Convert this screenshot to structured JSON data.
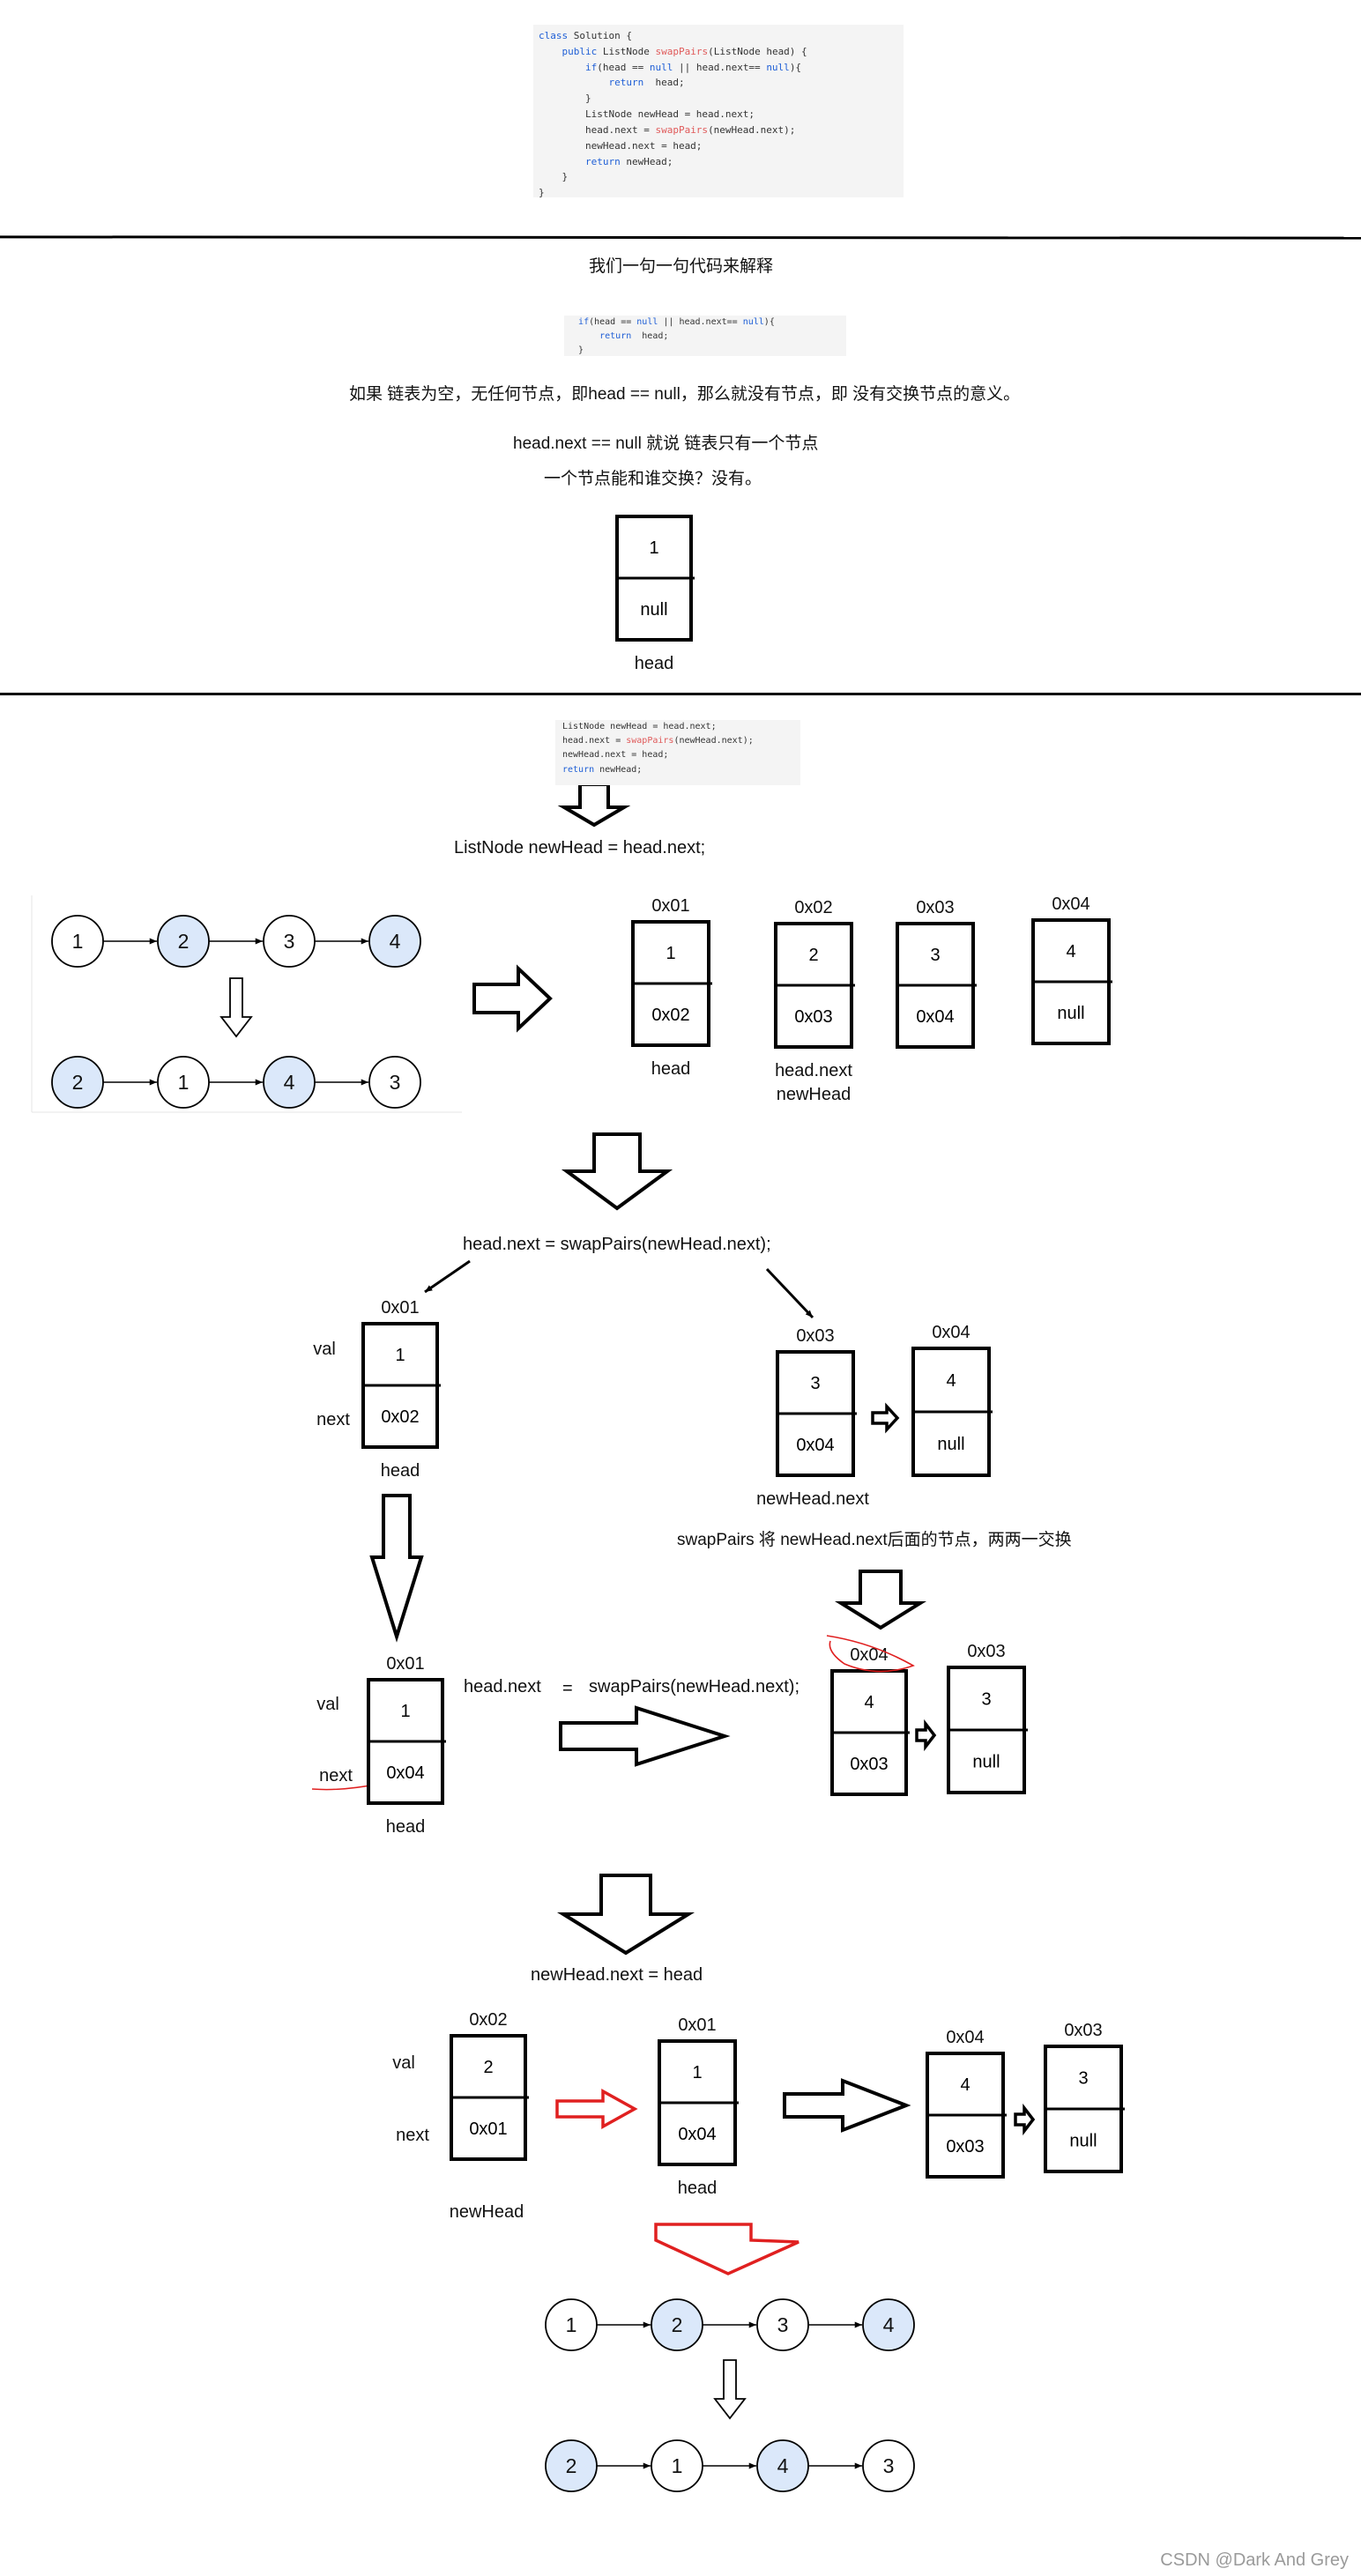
{
  "code_full": [
    {
      "parts": [
        {
          "t": "class",
          "c": "kw"
        },
        {
          "t": " Solution {"
        }
      ]
    },
    {
      "parts": [
        {
          "t": "    "
        },
        {
          "t": "public",
          "c": "kw"
        },
        {
          "t": " ListNode "
        },
        {
          "t": "swapPairs",
          "c": "fn"
        },
        {
          "t": "(ListNode head) {"
        }
      ]
    },
    {
      "parts": [
        {
          "t": "        "
        },
        {
          "t": "if",
          "c": "kw"
        },
        {
          "t": "(head == "
        },
        {
          "t": "null",
          "c": "kw"
        },
        {
          "t": " || head.next== "
        },
        {
          "t": "null",
          "c": "kw"
        },
        {
          "t": "){"
        }
      ]
    },
    {
      "parts": [
        {
          "t": "            "
        },
        {
          "t": "return",
          "c": "kw"
        },
        {
          "t": "  head;"
        }
      ]
    },
    {
      "parts": [
        {
          "t": "        }"
        }
      ]
    },
    {
      "parts": [
        {
          "t": "        ListNode newHead = head.next;"
        }
      ]
    },
    {
      "parts": [
        {
          "t": "        head.next = "
        },
        {
          "t": "swapPairs",
          "c": "fn"
        },
        {
          "t": "(newHead.next);"
        }
      ]
    },
    {
      "parts": [
        {
          "t": "        newHead.next = head;"
        }
      ]
    },
    {
      "parts": [
        {
          "t": "        "
        },
        {
          "t": "return",
          "c": "kw"
        },
        {
          "t": " newHead;"
        }
      ]
    },
    {
      "parts": [
        {
          "t": "    }"
        }
      ]
    },
    {
      "parts": [
        {
          "t": "}"
        }
      ]
    }
  ],
  "explain_title": "我们一句一句代码来解释",
  "code_if": [
    {
      "parts": [
        {
          "t": "  "
        },
        {
          "t": "if",
          "c": "kw"
        },
        {
          "t": "(head == "
        },
        {
          "t": "null",
          "c": "kw"
        },
        {
          "t": " || head.next== "
        },
        {
          "t": "null",
          "c": "kw"
        },
        {
          "t": "){"
        }
      ]
    },
    {
      "parts": [
        {
          "t": "      "
        },
        {
          "t": "return",
          "c": "kw"
        },
        {
          "t": "  head;"
        }
      ]
    },
    {
      "parts": [
        {
          "t": "  }"
        }
      ]
    }
  ],
  "explain_1": "如果 链表为空，无任何节点，即head == null，那么就没有节点，即 没有交换节点的意义。",
  "explain_2": "head.next == null  就说 链表只有一个节点",
  "explain_3": "一个节点能和谁交换？没有。",
  "single_node": {
    "val": "1",
    "next": "null",
    "label": "head"
  },
  "code_rest": [
    {
      "parts": [
        {
          "t": "ListNode newHead = head.next;"
        }
      ]
    },
    {
      "parts": [
        {
          "t": "head.next = "
        },
        {
          "t": "swapPairs",
          "c": "fn"
        },
        {
          "t": "(newHead.next);"
        }
      ]
    },
    {
      "parts": [
        {
          "t": "newHead.next = head;"
        }
      ]
    },
    {
      "parts": [
        {
          "t": "return",
          "c": "kw"
        },
        {
          "t": " newHead;"
        }
      ]
    }
  ],
  "stmt_1": "ListNode newHead = head.next;",
  "chain_before": [
    "1",
    "2",
    "3",
    "4"
  ],
  "chain_after": [
    "2",
    "1",
    "4",
    "3"
  ],
  "nodes_step1": [
    {
      "addr": "0x01",
      "val": "1",
      "next": "0x02",
      "label": "head"
    },
    {
      "addr": "0x02",
      "val": "2",
      "next": "0x03",
      "label": "head.next",
      "label2": "newHead"
    },
    {
      "addr": "0x03",
      "val": "3",
      "next": "0x04"
    },
    {
      "addr": "0x04",
      "val": "4",
      "next": "null"
    }
  ],
  "stmt_2": "head.next = swapPairs(newHead.next);",
  "field_val": "val",
  "field_next": "next",
  "step2_left": {
    "addr": "0x01",
    "val": "1",
    "next": "0x02",
    "label": "head"
  },
  "step2_right": [
    {
      "addr": "0x03",
      "val": "3",
      "next": "0x04"
    },
    {
      "addr": "0x04",
      "val": "4",
      "next": "null"
    }
  ],
  "step2_right_label": "newHead.next",
  "step2_note": "swapPairs 将 newHead.next后面的节点，两两一交换",
  "step3_left": {
    "addr": "0x01",
    "val": "1",
    "next": "0x04",
    "label": "head"
  },
  "step3_stmt_a": "head.next",
  "step3_stmt_eq": "=",
  "step3_stmt_b": "swapPairs(newHead.next);",
  "step3_right": [
    {
      "addr": "0x04",
      "val": "4",
      "next": "0x03"
    },
    {
      "addr": "0x03",
      "val": "3",
      "next": "null"
    }
  ],
  "stmt_3": "newHead.next = head",
  "step4_nodes": [
    {
      "addr": "0x02",
      "val": "2",
      "next": "0x01"
    },
    {
      "addr": "0x01",
      "val": "1",
      "next": "0x04",
      "label": "head"
    },
    {
      "addr": "0x04",
      "val": "4",
      "next": "0x03"
    },
    {
      "addr": "0x03",
      "val": "3",
      "next": "null"
    }
  ],
  "step4_label_newhead": "newHead",
  "colors": {
    "highlight_fill": "#dbe8fa",
    "red": "#e02020",
    "code_bg": "#f4f4f4",
    "keyword": "#1f5fd6",
    "func": "#e05a5a"
  },
  "watermark": "CSDN @Dark And Grey"
}
